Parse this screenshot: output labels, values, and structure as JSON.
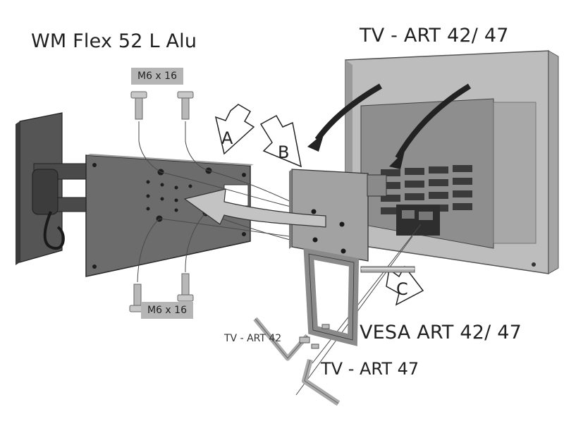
{
  "title": "WM Flex 52 L Alu",
  "tv_label": "TV - ART 42/ 47",
  "vesa_label": "VESA ART 42/ 47",
  "screws": {
    "top": "M6 x 16",
    "bottom": "M6 x 16"
  },
  "tools": {
    "small": "TV - ART 42",
    "large": "TV - ART 47"
  },
  "callouts": {
    "a": "A",
    "b": "B",
    "c": "C"
  },
  "colors": {
    "mount": "#5a5a5a",
    "plate": "#6d6d6d",
    "tv": "#8c8c8c",
    "label_bg": "#b5b5b5"
  }
}
